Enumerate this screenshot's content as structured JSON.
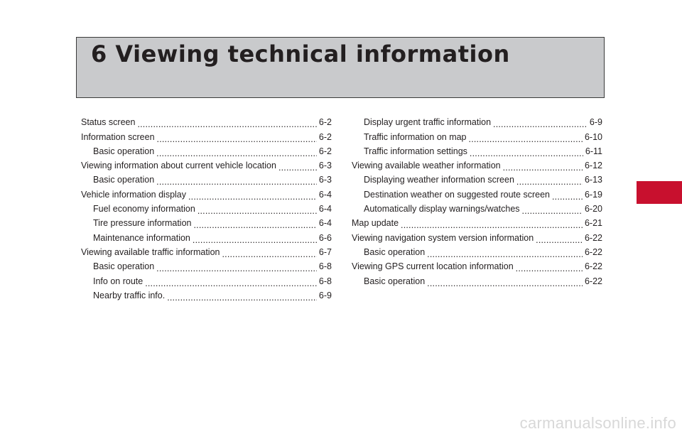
{
  "chapter": {
    "title": "6 Viewing technical information"
  },
  "toc_left": [
    {
      "label": "Status screen",
      "page": "6-2",
      "indent": false
    },
    {
      "label": "Information screen",
      "page": "6-2",
      "indent": false
    },
    {
      "label": "Basic operation",
      "page": "6-2",
      "indent": true
    },
    {
      "label": "Viewing information about current vehicle location",
      "page": "6-3",
      "indent": false
    },
    {
      "label": "Basic operation",
      "page": "6-3",
      "indent": true
    },
    {
      "label": "Vehicle information display",
      "page": "6-4",
      "indent": false
    },
    {
      "label": "Fuel economy information",
      "page": "6-4",
      "indent": true
    },
    {
      "label": "Tire pressure information",
      "page": "6-4",
      "indent": true
    },
    {
      "label": "Maintenance information",
      "page": "6-6",
      "indent": true
    },
    {
      "label": "Viewing available traffic information",
      "page": "6-7",
      "indent": false
    },
    {
      "label": "Basic operation",
      "page": "6-8",
      "indent": true
    },
    {
      "label": "Info on route",
      "page": "6-8",
      "indent": true
    },
    {
      "label": "Nearby traffic info.",
      "page": "6-9",
      "indent": true
    }
  ],
  "toc_right": [
    {
      "label": "Display urgent traffic information",
      "page": "6-9",
      "indent": true
    },
    {
      "label": "Traffic information on map",
      "page": "6-10",
      "indent": true
    },
    {
      "label": "Traffic information settings",
      "page": "6-11",
      "indent": true
    },
    {
      "label": "Viewing available weather information",
      "page": "6-12",
      "indent": false
    },
    {
      "label": "Displaying weather information screen",
      "page": "6-13",
      "indent": true
    },
    {
      "label": "Destination weather on suggested route screen",
      "page": "6-19",
      "indent": true
    },
    {
      "label": "Automatically display warnings/watches",
      "page": "6-20",
      "indent": true
    },
    {
      "label": "Map update",
      "page": "6-21",
      "indent": false
    },
    {
      "label": "Viewing navigation system version information",
      "page": "6-22",
      "indent": false
    },
    {
      "label": "Basic operation",
      "page": "6-22",
      "indent": true
    },
    {
      "label": "Viewing GPS current location information",
      "page": "6-22",
      "indent": false
    },
    {
      "label": "Basic operation",
      "page": "6-22",
      "indent": true
    }
  ],
  "footer": {
    "watermark": "carmanualsonline.info"
  },
  "colors": {
    "title_bg": "#c9cacc",
    "chapter_tab": "#c8102e",
    "text": "#231f20"
  }
}
